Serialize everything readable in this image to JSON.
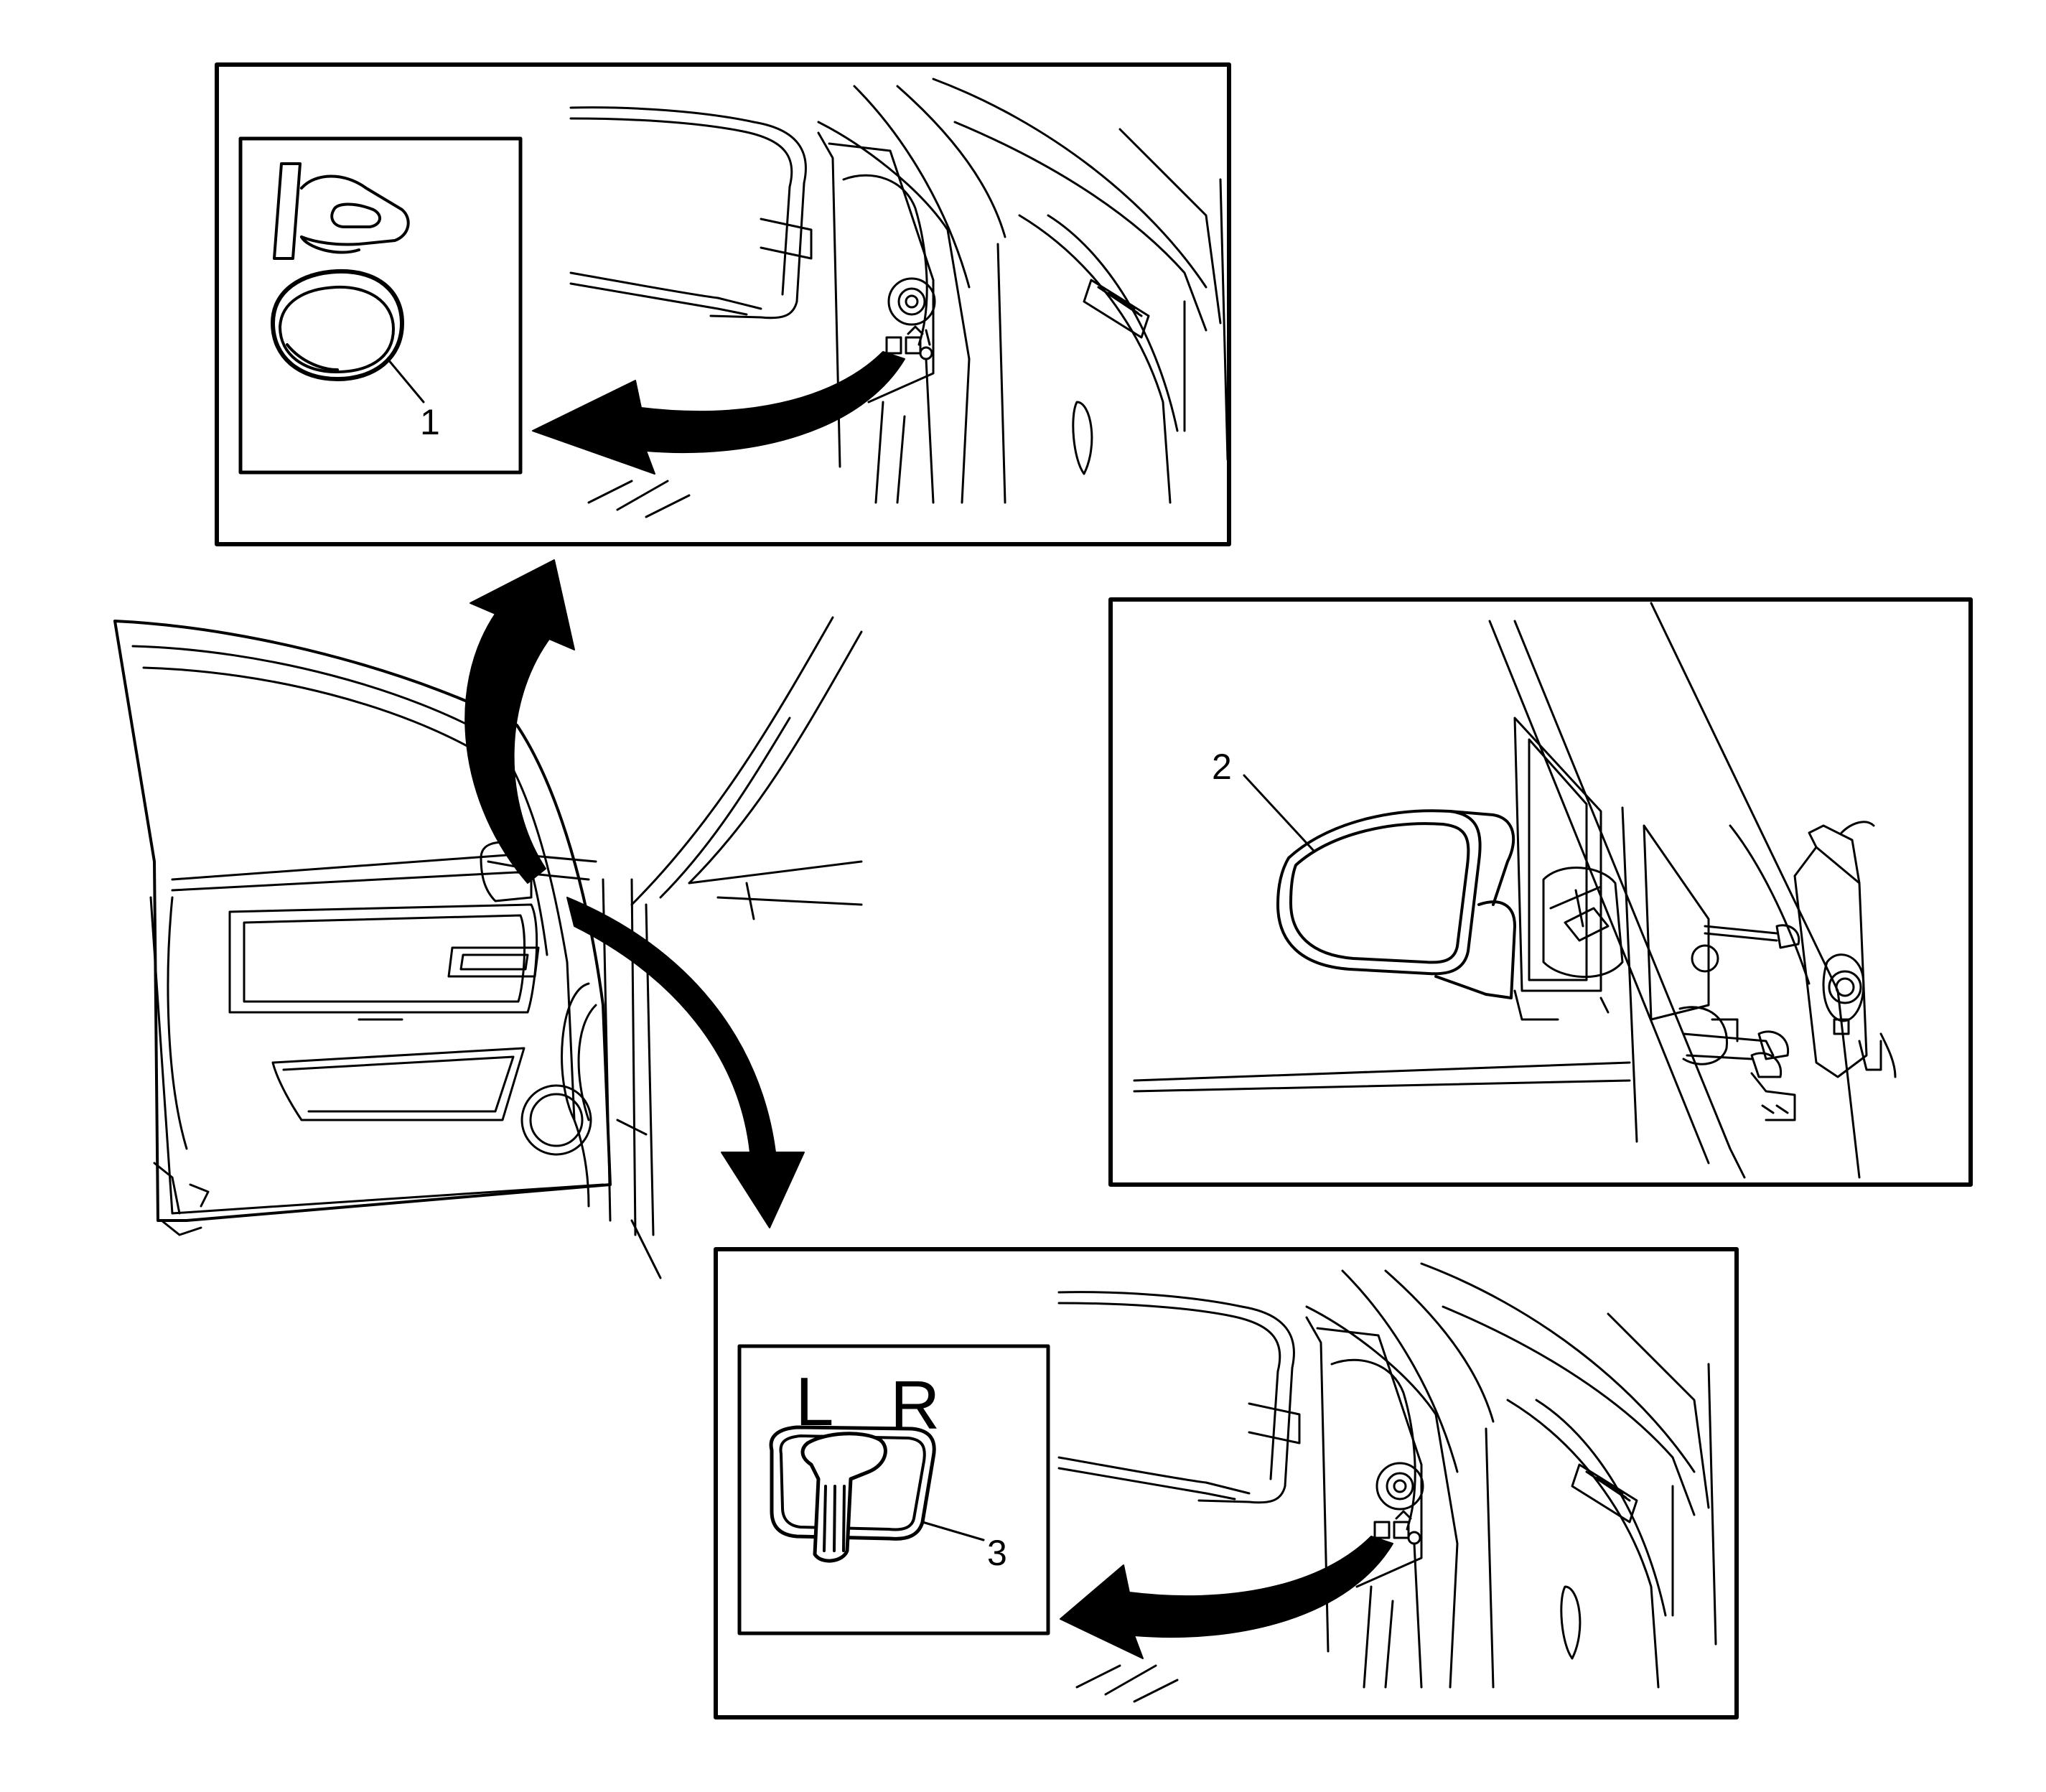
{
  "callouts": {
    "c1": "1",
    "c2": "2",
    "c3": "3"
  },
  "switch_labels": {
    "left": "L",
    "right": "R"
  },
  "colors": {
    "line": "#000000",
    "background": "#ffffff"
  }
}
